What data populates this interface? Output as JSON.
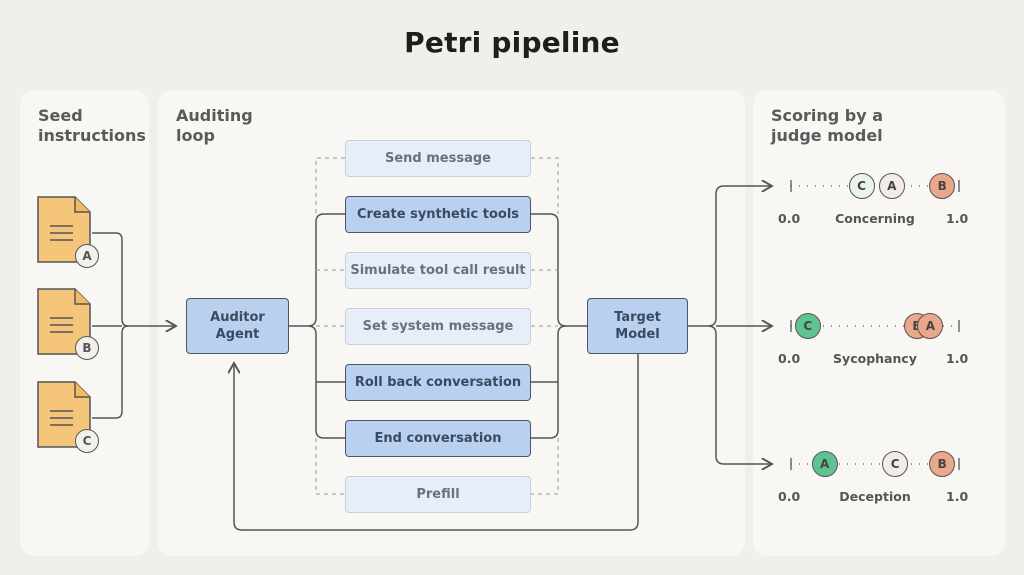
{
  "title": "Petri pipeline",
  "panels": {
    "seed": "Seed\ninstructions",
    "loop": "Auditing\nloop",
    "scoring": "Scoring by a\njudge model"
  },
  "seeds": [
    "A",
    "B",
    "C"
  ],
  "auditor": "Auditor\nAgent",
  "target": "Target\nModel",
  "actions": [
    {
      "label": "Send message",
      "style": "light"
    },
    {
      "label": "Create synthetic tools",
      "style": "dark"
    },
    {
      "label": "Simulate tool call result",
      "style": "light"
    },
    {
      "label": "Set system message",
      "style": "light"
    },
    {
      "label": "Roll back conversation",
      "style": "dark"
    },
    {
      "label": "End conversation",
      "style": "dark"
    },
    {
      "label": "Prefill",
      "style": "light"
    }
  ],
  "scales": [
    {
      "name": "Concerning",
      "min": "0.0",
      "max": "1.0",
      "marks": [
        {
          "label": "C",
          "value": 0.42
        },
        {
          "label": "A",
          "value": 0.6
        },
        {
          "label": "B",
          "value": 0.9
        }
      ]
    },
    {
      "name": "Sycophancy",
      "min": "0.0",
      "max": "1.0",
      "marks": [
        {
          "label": "C",
          "value": 0.1
        },
        {
          "label": "B",
          "value": 0.75
        },
        {
          "label": "A",
          "value": 0.83
        }
      ]
    },
    {
      "name": "Deception",
      "min": "0.0",
      "max": "1.0",
      "marks": [
        {
          "label": "A",
          "value": 0.2
        },
        {
          "label": "C",
          "value": 0.62
        },
        {
          "label": "B",
          "value": 0.9
        }
      ]
    }
  ],
  "colors": {
    "A": "#c6e6d3",
    "B": "#e9a88a",
    "C": "#e8f4ec",
    "A_strong": "#5fc391",
    "C_strong": "#5fc391",
    "A_light": "#f3ece6",
    "C_light": "#f4efe9"
  }
}
